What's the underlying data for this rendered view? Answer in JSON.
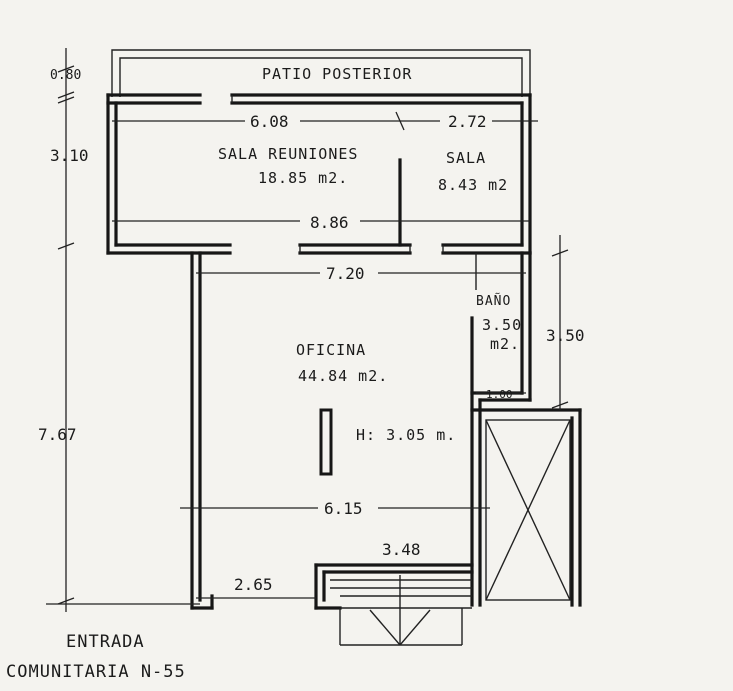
{
  "rooms": {
    "patio": "PATIO POSTERIOR",
    "sala_reuniones": "SALA REUNIONES",
    "sala_reuniones_area": "18.85 m2.",
    "sala": "SALA",
    "sala_area": "8.43 m2",
    "bano": "BAÑO",
    "bano_area_line1": "3.50",
    "bano_area_line2": "m2.",
    "oficina": "OFICINA",
    "oficina_area": "44.84 m2.",
    "height": "H: 3.05 m."
  },
  "dimensions": {
    "d080": "0.80",
    "d310": "3.10",
    "d767": "7.67",
    "d608": "6.08",
    "d272": "2.72",
    "d886": "8.86",
    "d720": "7.20",
    "d350": "3.50",
    "d100": "1.00",
    "d615": "6.15",
    "d348": "3.48",
    "d265": "2.65"
  },
  "footer": {
    "line1": "ENTRADA",
    "line2": "COMUNITARIA N-55"
  }
}
